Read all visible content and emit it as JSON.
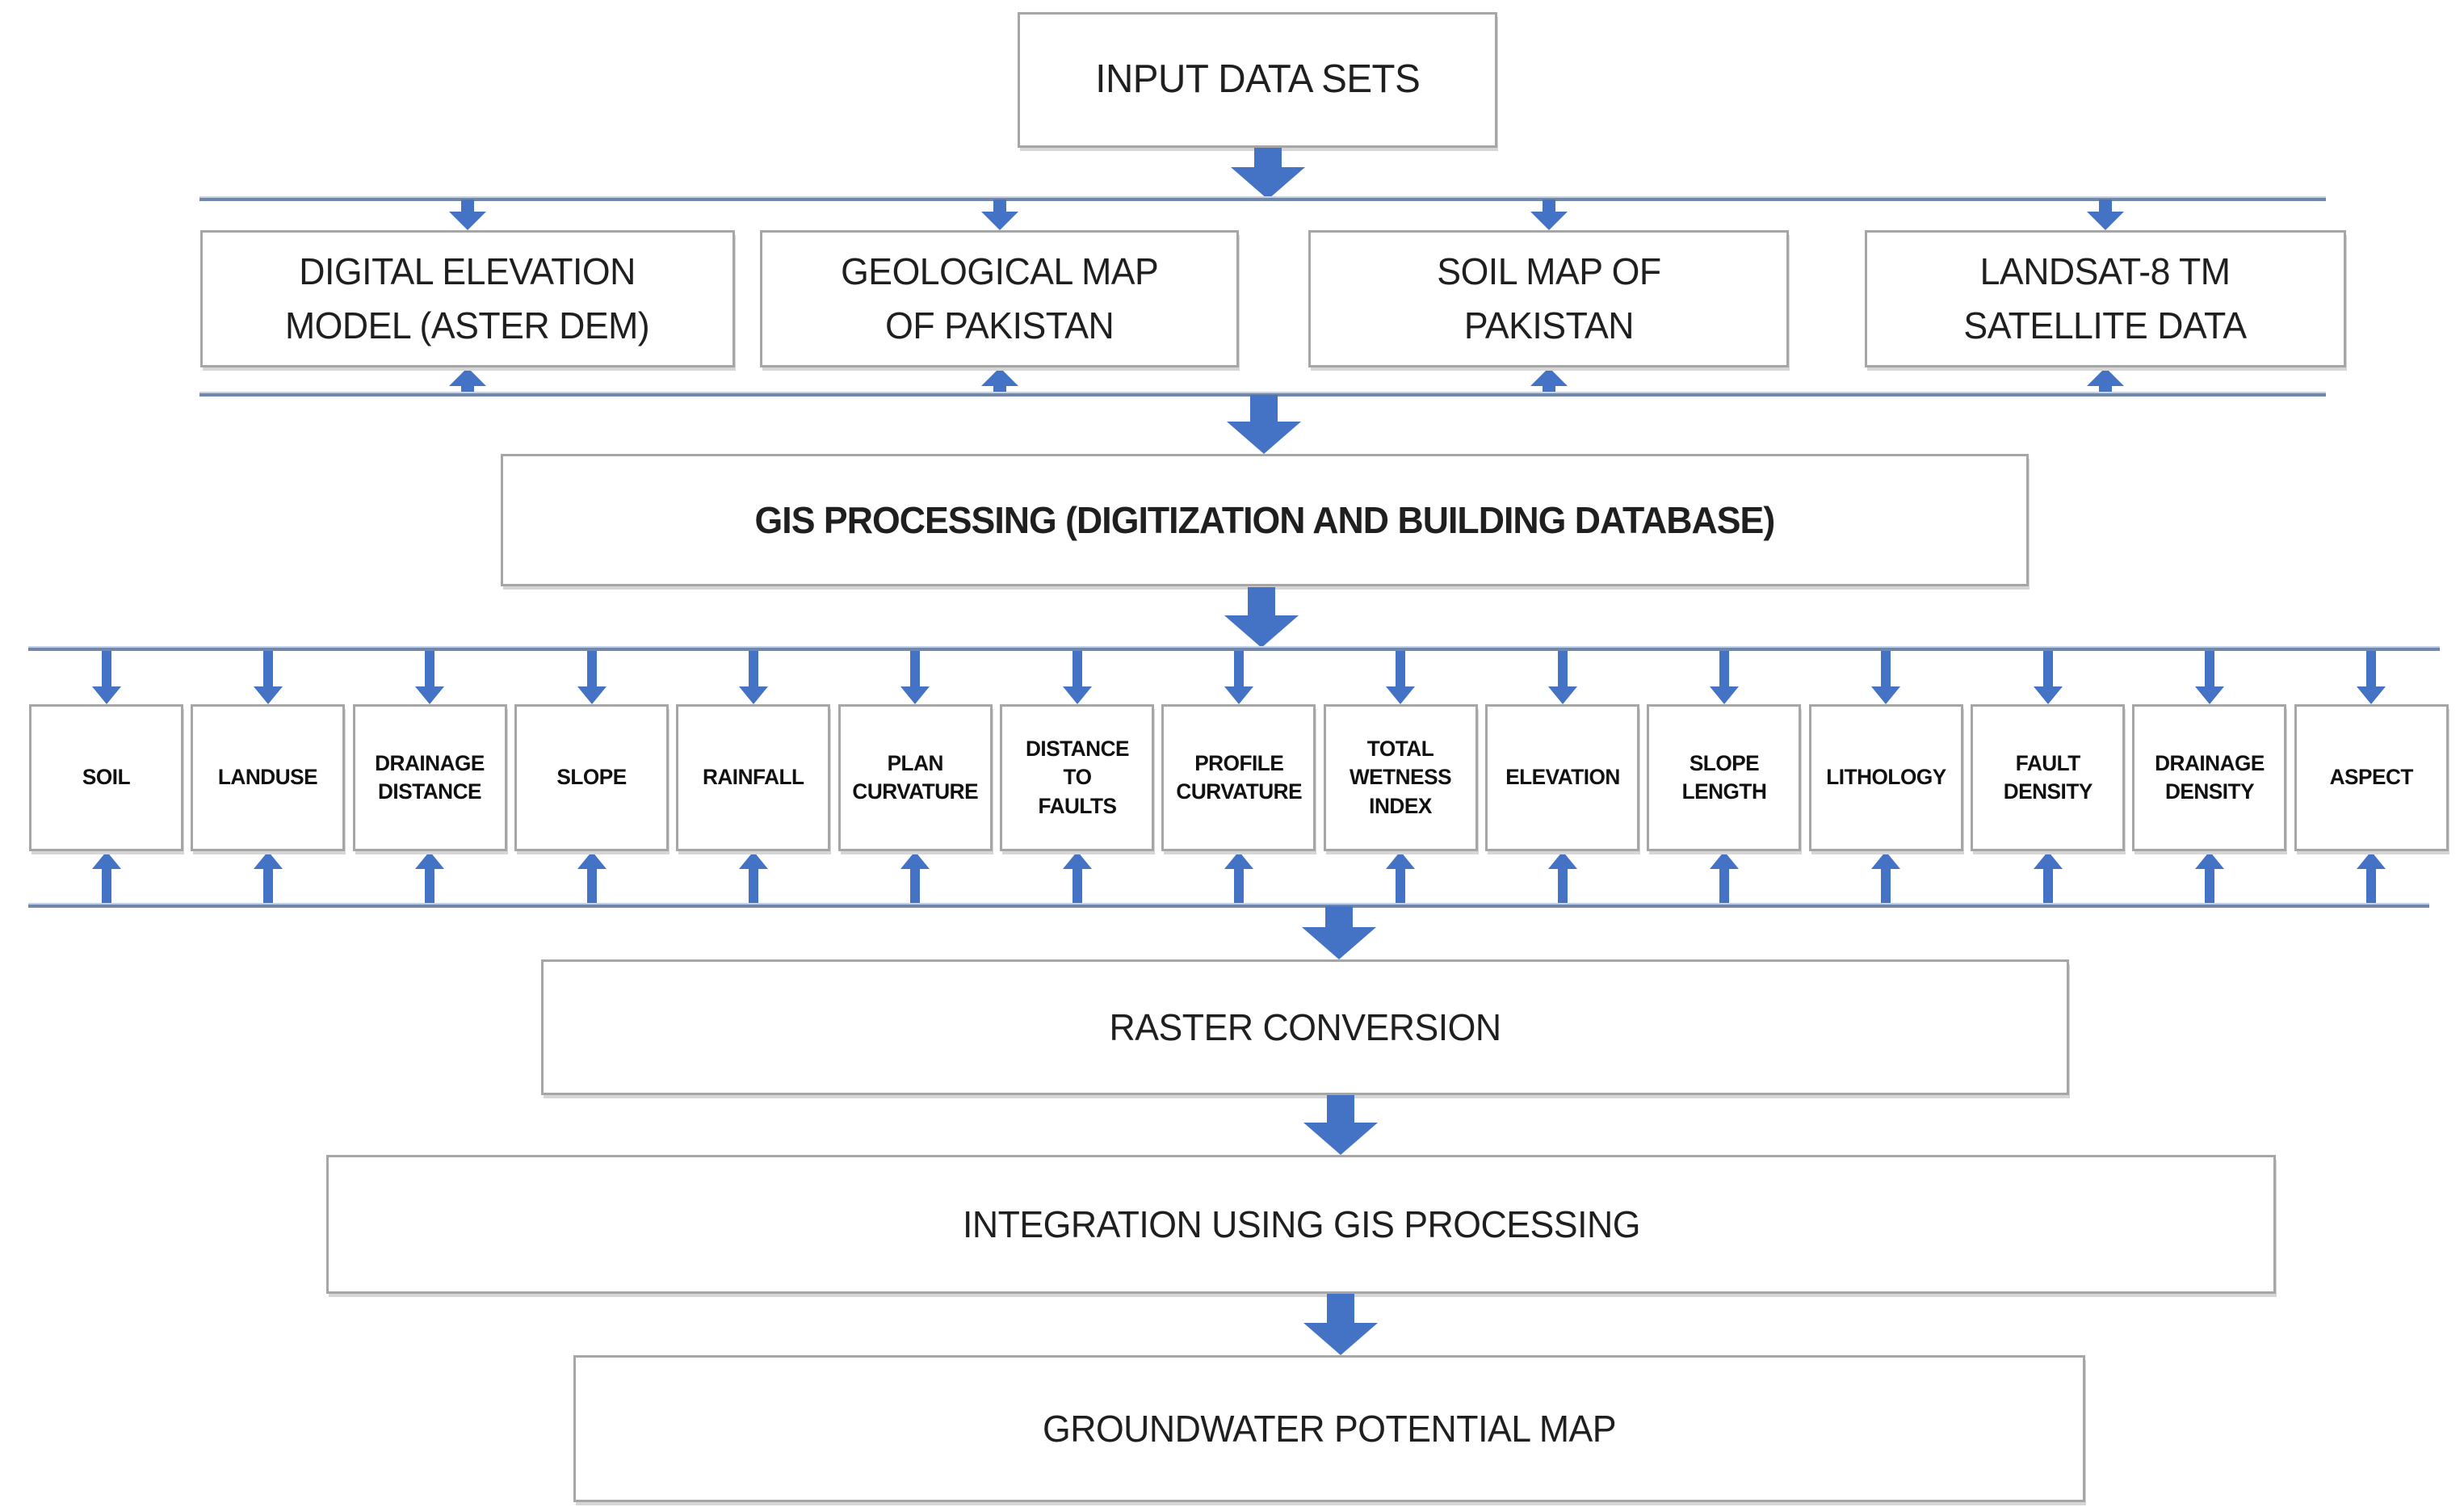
{
  "colors": {
    "arrow_blue": "#4472C4",
    "bus_line": "#7288AB",
    "bus_line_highlight": "#C3D2E8",
    "box_border": "#A6A6A6",
    "text": "#1F1F1F"
  },
  "nodes": {
    "input": {
      "label": "INPUT DATA SETS"
    },
    "sources": [
      {
        "label": "DIGITAL ELEVATION\nMODEL (ASTER DEM)"
      },
      {
        "label": "GEOLOGICAL MAP\nOF PAKISTAN"
      },
      {
        "label": "SOIL MAP OF\nPAKISTAN"
      },
      {
        "label": "LANDSAT-8 TM\nSATELLITE DATA"
      }
    ],
    "gis_processing": {
      "label": "GIS PROCESSING (DIGITIZATION AND BUILDING DATABASE)"
    },
    "factors": [
      {
        "label": "SOIL"
      },
      {
        "label": "LANDUSE"
      },
      {
        "label": "DRAINAGE\nDISTANCE"
      },
      {
        "label": "SLOPE"
      },
      {
        "label": "RAINFALL"
      },
      {
        "label": "PLAN\nCURVATURE"
      },
      {
        "label": "DISTANCE\nTO\nFAULTS"
      },
      {
        "label": "PROFILE\nCURVATURE"
      },
      {
        "label": "TOTAL\nWETNESS\nINDEX"
      },
      {
        "label": "ELEVATION"
      },
      {
        "label": "SLOPE\nLENGTH"
      },
      {
        "label": "LITHOLOGY"
      },
      {
        "label": "FAULT\nDENSITY"
      },
      {
        "label": "DRAINAGE\nDENSITY"
      },
      {
        "label": "ASPECT"
      }
    ],
    "raster": {
      "label": "RASTER CONVERSION"
    },
    "integration": {
      "label": "INTEGRATION USING GIS PROCESSING"
    },
    "groundwater": {
      "label": "GROUNDWATER POTENTIAL MAP"
    }
  }
}
